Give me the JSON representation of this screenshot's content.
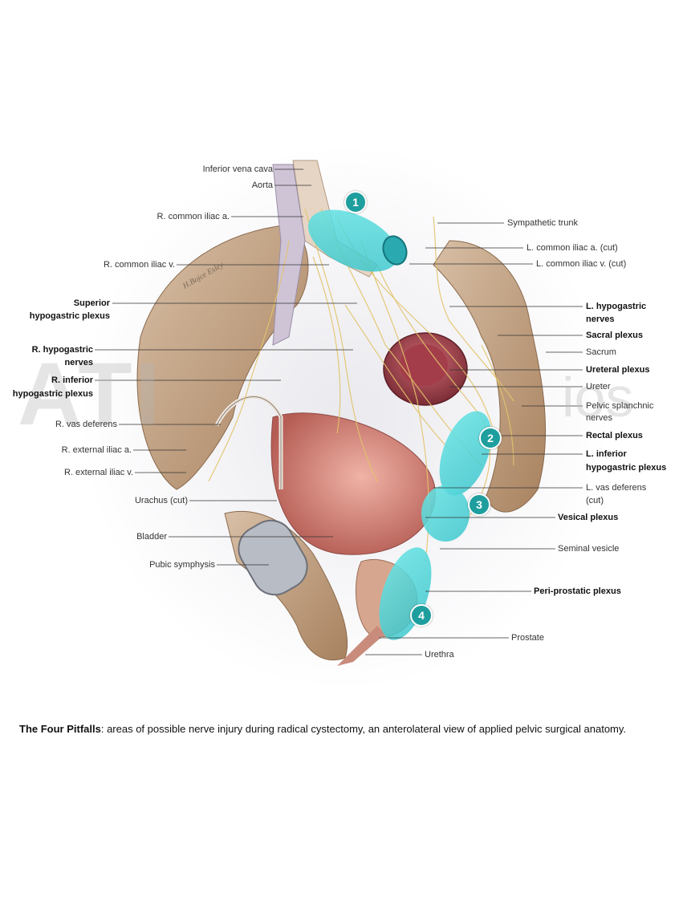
{
  "labels_left": {
    "inferior_vena_cava": "Inferior vena cava",
    "aorta": "Aorta",
    "r_common_iliac_a": "R. common iliac a.",
    "r_common_iliac_v": "R. common iliac v.",
    "superior_hypogastric_plexus_1": "Superior",
    "superior_hypogastric_plexus_2": "hypogastric plexus",
    "r_hypogastric_nerves_1": "R. hypogastric",
    "r_hypogastric_nerves_2": "nerves",
    "r_inferior_hypogastric_plexus_1": "R. inferior",
    "r_inferior_hypogastric_plexus_2": "hypogastric plexus",
    "r_vas_deferens": "R. vas deferens",
    "r_external_iliac_a": "R. external iliac a.",
    "r_external_iliac_v": "R. external iliac v.",
    "urachus": "Urachus (cut)",
    "bladder": "Bladder",
    "pubic_symphysis": "Pubic symphysis"
  },
  "labels_right": {
    "sympathetic_trunk": "Sympathetic trunk",
    "l_common_iliac_a": "L. common iliac a. (cut)",
    "l_common_iliac_v": "L. common iliac v. (cut)",
    "l_hypogastric_nerves_1": "L. hypogastric",
    "l_hypogastric_nerves_2": "nerves",
    "sacral_plexus": "Sacral plexus",
    "sacrum": "Sacrum",
    "ureteral_plexus": "Ureteral plexus",
    "ureter": "Ureter",
    "pelvic_splanchnic_nerves_1": "Pelvic splanchnic",
    "pelvic_splanchnic_nerves_2": "nerves",
    "rectal_plexus": "Rectal plexus",
    "l_inferior_hypogastric_plexus_1": "L. inferior",
    "l_inferior_hypogastric_plexus_2": "hypogastric plexus",
    "l_vas_deferens_1": "L. vas deferens",
    "l_vas_deferens_2": "(cut)",
    "vesical_plexus": "Vesical plexus",
    "seminal_vesicle": "Seminal vesicle",
    "peri_prostatic_plexus": "Peri-prostatic plexus",
    "prostate": "Prostate",
    "urethra": "Urethra"
  },
  "markers": [
    "1",
    "2",
    "3",
    "4"
  ],
  "caption": {
    "title": "The Four Pitfalls",
    "text": ": areas of possible nerve injury during radical cystectomy, an anterolateral view of applied pelvic surgical anatomy."
  },
  "signature": "H.Bojce Esley",
  "watermark": "ATI",
  "watermark2": "ios",
  "colors": {
    "teal_marker": "#1f9e9e",
    "highlight_cyan": "#45d6d6",
    "bone": "#c9a98a",
    "bladder_pink": "#d98a7f",
    "nerve_yellow": "#e6c46a"
  }
}
